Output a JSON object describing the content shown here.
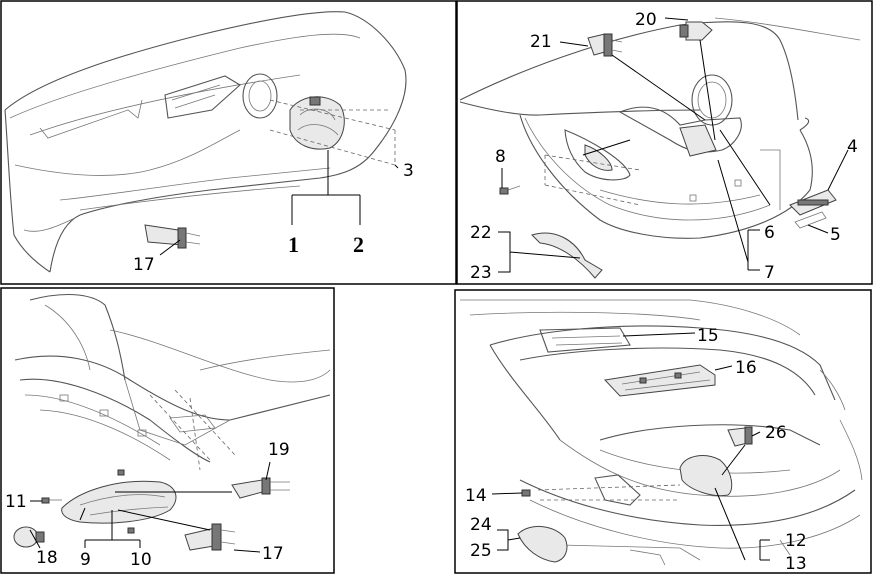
{
  "panels": [
    {
      "id": "front-bumper",
      "callouts": [
        {
          "id": "c1",
          "label": "1"
        },
        {
          "id": "c2",
          "label": "2"
        },
        {
          "id": "c3",
          "label": "3"
        },
        {
          "id": "c17a",
          "label": "17"
        }
      ]
    },
    {
      "id": "rear-bumper",
      "callouts": [
        {
          "id": "c20",
          "label": "20"
        },
        {
          "id": "c21",
          "label": "21"
        },
        {
          "id": "c8",
          "label": "8"
        },
        {
          "id": "c4",
          "label": "4"
        },
        {
          "id": "c5",
          "label": "5"
        },
        {
          "id": "c6",
          "label": "6"
        },
        {
          "id": "c7",
          "label": "7"
        },
        {
          "id": "c22",
          "label": "22"
        },
        {
          "id": "c23",
          "label": "23"
        }
      ]
    },
    {
      "id": "headlamp",
      "callouts": [
        {
          "id": "c11",
          "label": "11"
        },
        {
          "id": "c19",
          "label": "19"
        },
        {
          "id": "c18",
          "label": "18"
        },
        {
          "id": "c9",
          "label": "9"
        },
        {
          "id": "c10",
          "label": "10"
        },
        {
          "id": "c17b",
          "label": "17"
        }
      ]
    },
    {
      "id": "trunk",
      "callouts": [
        {
          "id": "c15",
          "label": "15"
        },
        {
          "id": "c16",
          "label": "16"
        },
        {
          "id": "c26",
          "label": "26"
        },
        {
          "id": "c14",
          "label": "14"
        },
        {
          "id": "c24",
          "label": "24"
        },
        {
          "id": "c25",
          "label": "25"
        },
        {
          "id": "c12",
          "label": "12"
        },
        {
          "id": "c13",
          "label": "13"
        }
      ]
    }
  ]
}
